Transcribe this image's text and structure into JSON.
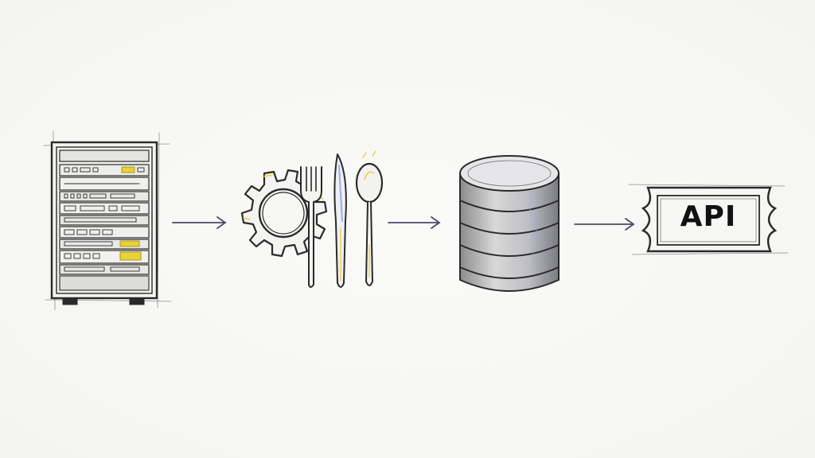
{
  "diagram": {
    "nodes": [
      {
        "id": "server-rack",
        "icon": "server-rack-icon"
      },
      {
        "id": "gear-utensils",
        "icon": "gear-with-utensils-icon"
      },
      {
        "id": "database",
        "icon": "database-cylinder-icon"
      },
      {
        "id": "api-ticket",
        "icon": "ticket-icon",
        "label": "API"
      }
    ],
    "arrows": [
      {
        "from": "server-rack",
        "to": "gear-utensils"
      },
      {
        "from": "gear-utensils",
        "to": "database"
      },
      {
        "from": "database",
        "to": "api-ticket"
      }
    ]
  },
  "colors": {
    "sketch_line": "#2a2a2a",
    "arrow": "#4a4a66",
    "accent_yellow": "#e8d23a",
    "accent_blue": "#9aaee0",
    "background": "#f7f7f6"
  }
}
